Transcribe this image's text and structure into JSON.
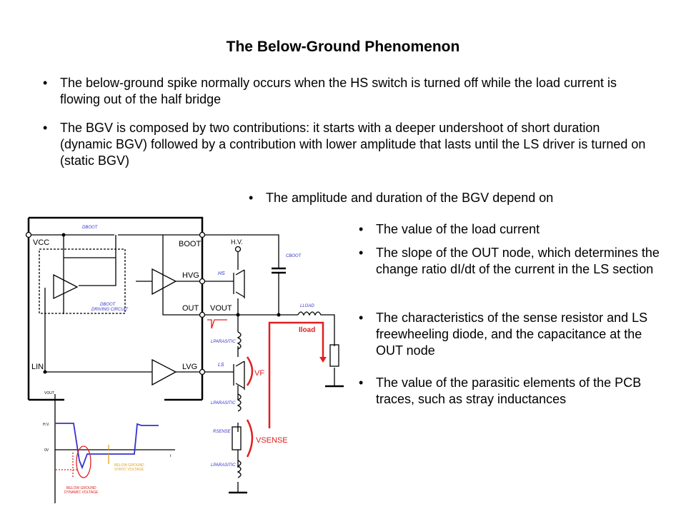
{
  "slide": {
    "title": "The Below-Ground Phenomenon",
    "bullets": [
      "The below-ground spike normally occurs when the HS switch is turned off while the load current is flowing out of the half bridge",
      "The BGV is composed by two contributions: it starts with a deeper undershoot of short duration (dynamic BGV) followed by a contribution with lower amplitude that lasts until the LS driver is turned on (static BGV)",
      "The amplitude and duration of the BGV depend on"
    ],
    "sub_bullets": [
      "The value of the load current",
      "The slope of the OUT node, which determines the change ratio dI/dt of the current in the LS section",
      "The characteristics of the sense resistor and LS freewheeling diode, and the capacitance at the OUT node",
      "The value of the parasitic elements of the PCB traces, such as stray inductances"
    ],
    "bullet_glyph": "•"
  },
  "circuit": {
    "pins": [
      "VCC",
      "BOOT",
      "HVG",
      "OUT",
      "LIN",
      "LVG"
    ],
    "labels": {
      "dboot": "DBOOT",
      "dboot_circuit_1": "DBOOT",
      "dboot_circuit_2": "DRIVING CIRCUIT",
      "hv": "H.V.",
      "cboot": "CBOOT",
      "hs": "HS",
      "ls": "LS",
      "vout": "VOUT",
      "lload": "LLOAD",
      "iload": "Iload",
      "lparasitic": "LPARASITIC",
      "rsense": "RSENSE",
      "vf": "VF",
      "vsense": "VSENSE"
    },
    "colors": {
      "annotation": "#e02020",
      "component_label": "#3333cc",
      "waveform": "#3333cc",
      "static": "#e8a317"
    }
  },
  "waveform": {
    "y_axis_label": "VOUT",
    "x_axis_label": "t",
    "level_hv": "H.V.",
    "level_0v": "0V",
    "dynamic_label_1": "BELOW GROUND",
    "dynamic_label_2": "DYNAMIC VOLTAGE",
    "static_label_1": "BELOW GROUND",
    "static_label_2": "STATIC VOLTAGE"
  }
}
